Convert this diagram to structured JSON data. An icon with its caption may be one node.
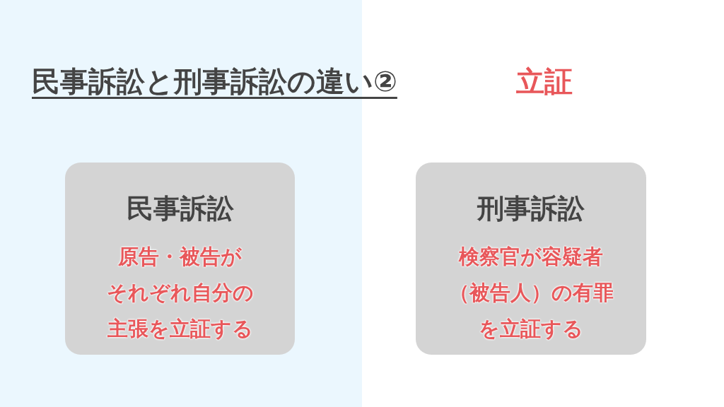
{
  "diagram": {
    "title": "民事訴訟と刑事訴訟の違い②",
    "nodes": [
      {
        "text": [
          "民事訴訟",
          "原告・被告がそれぞれ自分の主張を立証する"
        ]
      },
      {
        "text": [
          "刑事訴訟",
          "検察官が容疑者（被告人）の有罪を立証する"
        ]
      }
    ],
    "labels": [
      "立証"
    ]
  }
}
